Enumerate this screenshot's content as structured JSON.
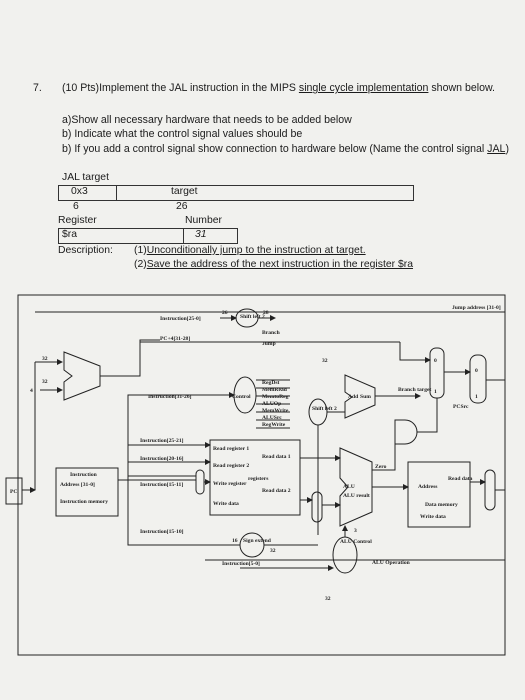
{
  "question": {
    "number": "7.",
    "prefix": "(10 Pts)Implement the JAL instruction in the MIPS ",
    "link": "single cycle implementation",
    "suffix": " shown below.",
    "part_a": "a)Show all necessary hardware that needs to be added below",
    "part_b1": "b) Indicate what the control signal values should be",
    "part_b2_prefix": "b) If you add a control signal show connection to hardware below (Name the control signal ",
    "part_b2_link": "JAL",
    "part_b2_suffix": ")"
  },
  "jal_format": {
    "heading": "JAL target",
    "opcode_hex": "0x3",
    "field_label": "target",
    "opcode_bits": "6",
    "field_bits": "26",
    "register_label": "Register",
    "number_label": "Number",
    "register_name": "$ra",
    "register_number": "31",
    "description_label": "Description:",
    "desc1_prefix": "(1)",
    "desc1_link": "Unconditionally jump to the instruction at target.",
    "desc2_prefix": "(2)",
    "desc2_link": "Save the address of the next instruction in the register $ra"
  },
  "diagram": {
    "jump_address": "Jump address [31-0]",
    "instr_25_0": "Instruction[25-0]",
    "num_26": "26",
    "shift_left_2": "Shift left 2",
    "num_28": "28",
    "pc4_31_28": "PC+4[31-28]",
    "branch": "Branch",
    "jump": "Jump",
    "num_32": "32",
    "num_4": "4",
    "instr_31_26": "Instruction[31-26]",
    "control": "Control",
    "control_signals": [
      "RegDst",
      "MemRead",
      "MemtoReg",
      "ALUOp",
      "MemWrite",
      "ALUSrc",
      "RegWrite"
    ],
    "add": "Add",
    "sum": "Sum",
    "branch_target": "Branch target",
    "pcsrc": "PCSrc",
    "mux_0": "0",
    "mux_1": "1",
    "instr_25_21": "Instruction[25-21]",
    "instr_20_16": "Instruction[20-16]",
    "instr_15_11": "Instruction[15-11]",
    "instr_15_0": "Instruction[15-10]",
    "instr_5_0": "Instruction[5-0]",
    "read_register_1": "Read register 1",
    "read_register_2": "Read register 2",
    "write_register": "Write register",
    "write_data": "Write data",
    "read_data_1": "Read data 1",
    "read_data_2": "Read data 2",
    "registers": "registers",
    "pc": "PC",
    "instruction_memory": "Instruction memory",
    "address_31_0": "Address [31-0]",
    "instruction": "Instruction",
    "sign_extend": "Sign extend",
    "num_16": "16",
    "alu": "ALU",
    "alu_result": "ALU result",
    "zero": "Zero",
    "alu_control": "ALU Control",
    "alu_operation": "ALU Operation",
    "num_3": "3",
    "address": "Address",
    "read_data": "Read data",
    "data_memory": "Data memory",
    "write_data_mem": "Write data"
  }
}
